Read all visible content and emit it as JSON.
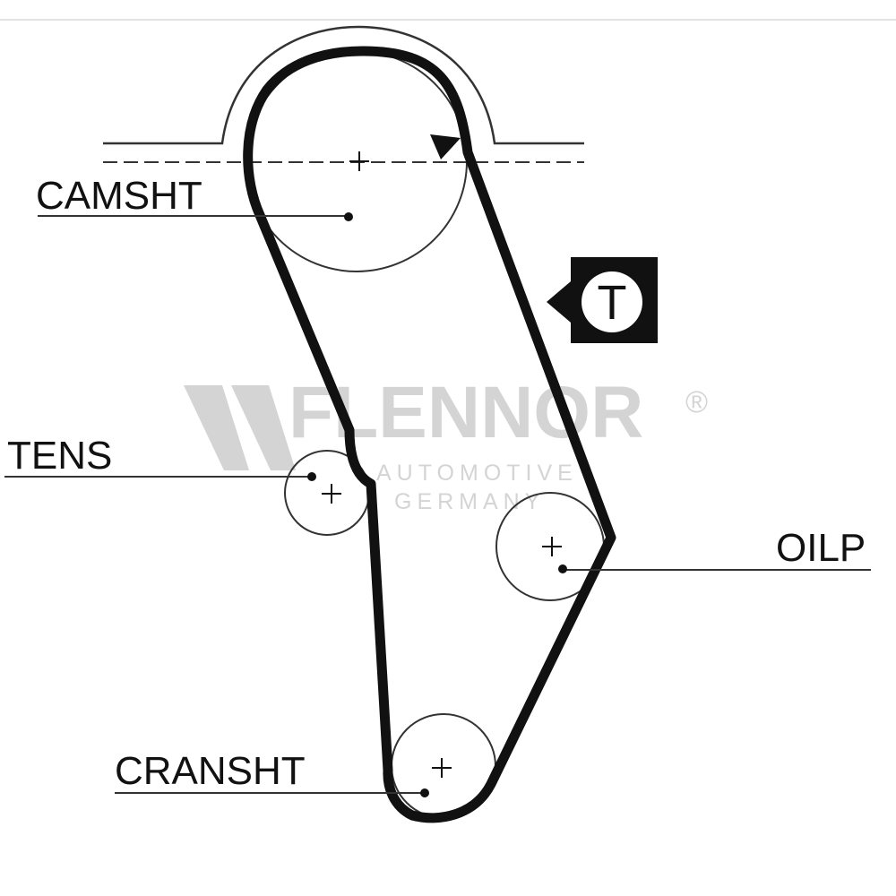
{
  "labels": {
    "camshaft": "CAMSHT",
    "tensioner": "TENS",
    "oil_pump": "OILP",
    "crankshaft": "CRANSHT"
  },
  "tension_marker": "T",
  "watermark": {
    "brand": "FLENNOR",
    "registered": "®",
    "line1": "AUTOMOTIVE",
    "line2": "GERMANY"
  },
  "colors": {
    "belt": "#111111",
    "pulley": "#333333",
    "watermark": "#d4d4d4"
  }
}
